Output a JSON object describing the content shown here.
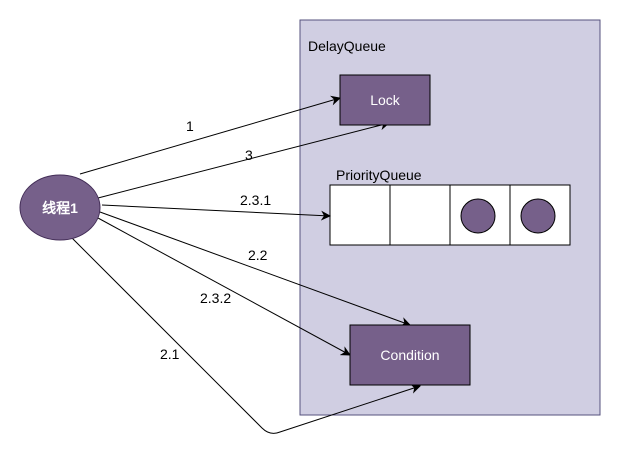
{
  "container": {
    "label": "DelayQueue",
    "fill": "#d0cee2",
    "stroke": "#56517e"
  },
  "thread": {
    "label": "线程1",
    "fill": "#76608a",
    "stroke": "#432d57"
  },
  "lock": {
    "label": "Lock",
    "fill": "#76608a",
    "stroke": "#000000"
  },
  "condition": {
    "label": "Condition",
    "fill": "#76608a",
    "stroke": "#000000"
  },
  "priority_queue": {
    "label": "PriorityQueue",
    "cells": [
      {
        "filled": false
      },
      {
        "filled": false
      },
      {
        "filled": true
      },
      {
        "filled": true
      }
    ],
    "cell_fill": "#ffffff",
    "dot_fill": "#76608a"
  },
  "edges": [
    {
      "label": "1",
      "target": "lock"
    },
    {
      "label": "3",
      "target": "lock"
    },
    {
      "label": "2.3.1",
      "target": "priority-queue"
    },
    {
      "label": "2.2",
      "target": "condition"
    },
    {
      "label": "2.3.2",
      "target": "condition"
    },
    {
      "label": "2.1",
      "target": "condition"
    }
  ]
}
